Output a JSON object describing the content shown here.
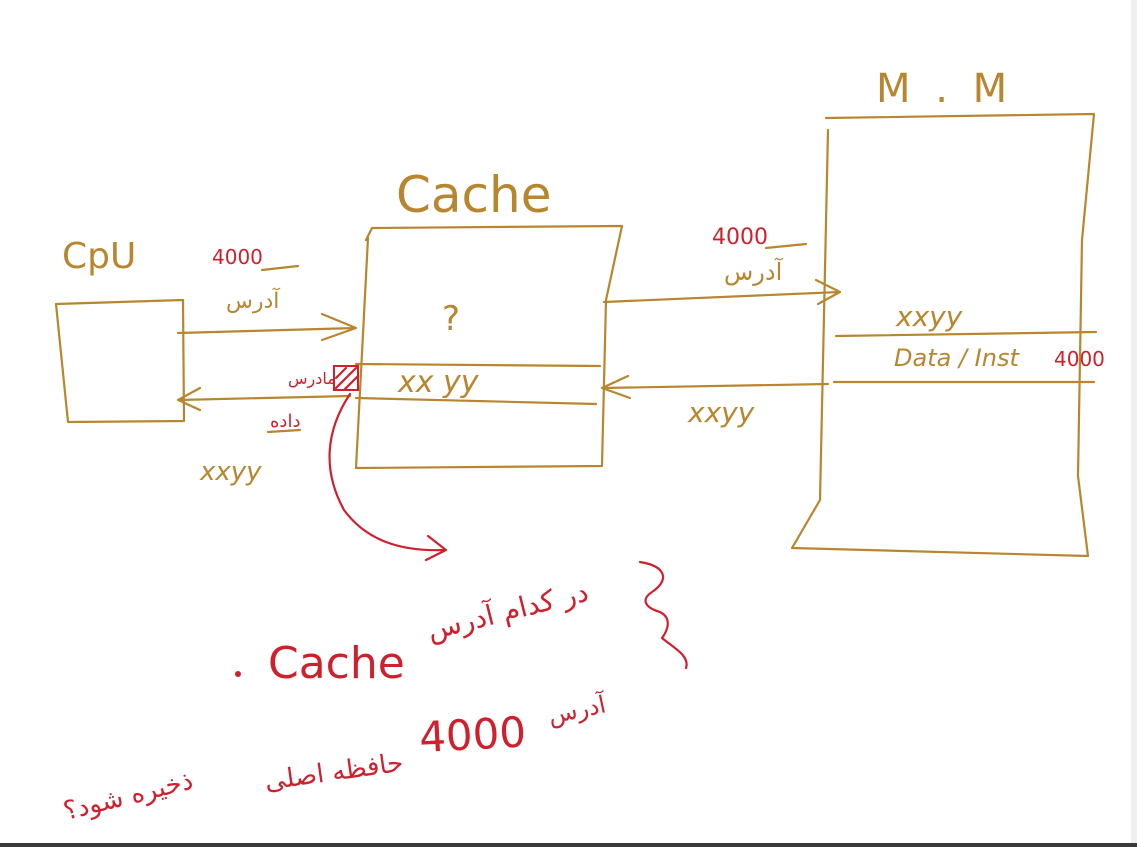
{
  "diagram": {
    "cpu": {
      "label": "CpU"
    },
    "cache": {
      "label": "Cache",
      "question_mark": "?",
      "line_data": "xx yy",
      "line_tag": "مادرس"
    },
    "main_memory": {
      "label": "M . M",
      "row_value": "xxyy",
      "row_label": "Data / Inst",
      "row_address": "4000"
    },
    "cpu_to_cache": {
      "address_value": "4000",
      "address_word": "آدرس"
    },
    "cache_to_cpu": {
      "data_word": "داده",
      "data_value": "xxyy"
    },
    "cache_to_mm": {
      "address_value": "4000",
      "address_word": "آدرس"
    },
    "mm_to_cache": {
      "data_value": "xxyy"
    },
    "note": {
      "line1_cache": "Cache",
      "line1_fa": "در کدام آدرس",
      "line2_fa_a": "آدرس",
      "line2_num": "4000",
      "line2_fa_b": "حافظه اصلی",
      "line3_fa": "ذخیره شود؟"
    }
  },
  "colors": {
    "ink": "#b8862e",
    "annotation": "#d0202e"
  }
}
